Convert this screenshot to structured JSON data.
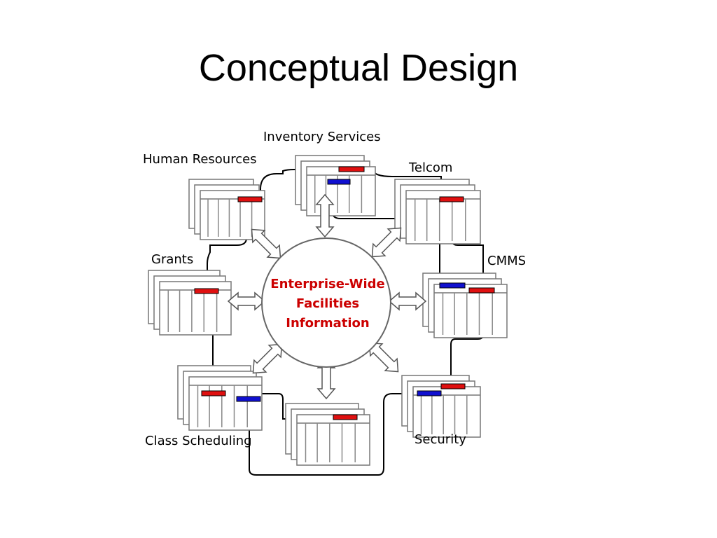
{
  "slide": {
    "title": "Conceptual Design"
  },
  "diagram": {
    "hub": {
      "lines": [
        "Enterprise-Wide",
        "Facilities",
        "Information"
      ],
      "text_color": "#cc0000"
    },
    "systems": [
      {
        "id": "inventory-services",
        "label": "Inventory Services"
      },
      {
        "id": "human-resources",
        "label": "Human Resources"
      },
      {
        "id": "telcom",
        "label": "Telcom"
      },
      {
        "id": "grants",
        "label": "Grants"
      },
      {
        "id": "cmms",
        "label": "CMMS"
      },
      {
        "id": "class-scheduling",
        "label": "Class Scheduling"
      },
      {
        "id": "unlabeled-bottom",
        "label": ""
      },
      {
        "id": "security",
        "label": "Security"
      }
    ],
    "colors": {
      "red_field": "#e01010",
      "blue_field": "#1010d0",
      "line": "#000000",
      "arrow_fill": "#ffffff",
      "arrow_stroke": "#555555"
    }
  }
}
